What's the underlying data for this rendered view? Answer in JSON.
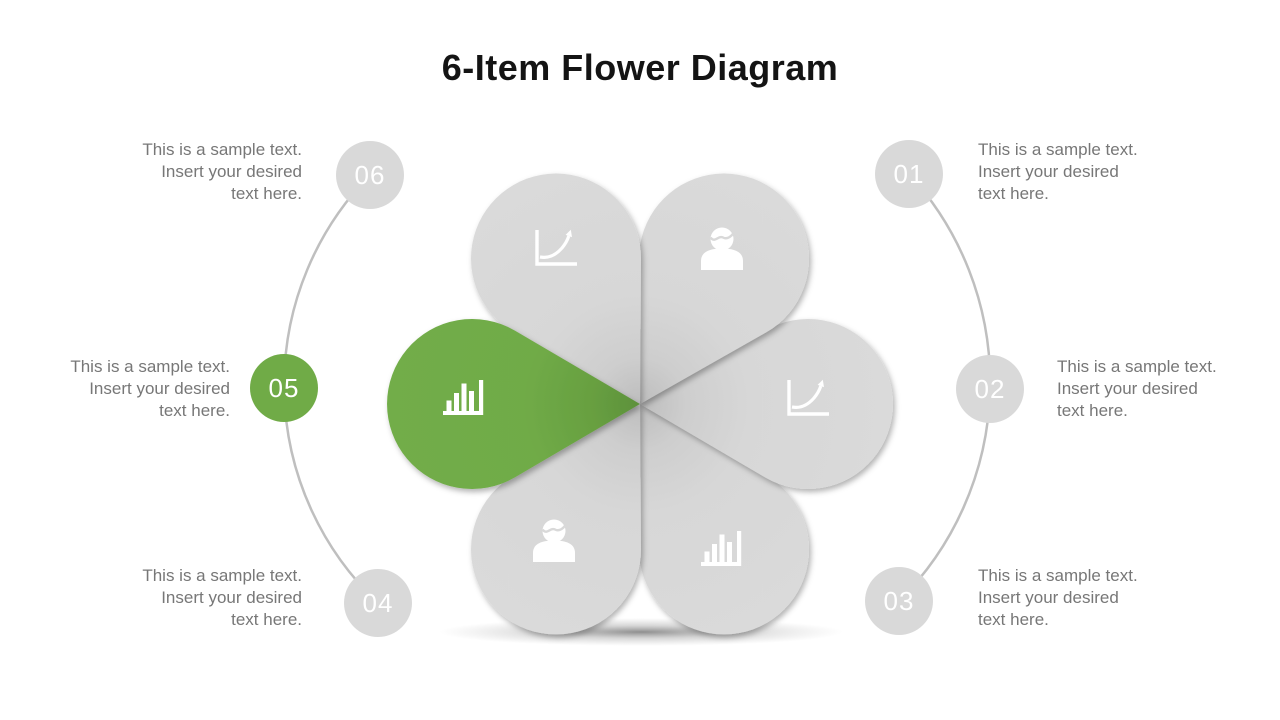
{
  "title": "6-Item Flower Diagram",
  "colors": {
    "accent_green": "#70AB47",
    "petal_gray": "#D9D9D9",
    "text_gray": "#777777",
    "arc_gray": "#BFBFBF",
    "title_color": "#141414",
    "icon_white": "#FFFFFF"
  },
  "items": [
    {
      "number": "01",
      "position": "top-right",
      "icon": "person-icon",
      "highlighted": false,
      "label_lines": [
        "This is a sample text.",
        "Insert your desired",
        "text here."
      ]
    },
    {
      "number": "02",
      "position": "right",
      "icon": "growth-chart-icon",
      "highlighted": false,
      "label_lines": [
        "This is a sample text.",
        "Insert your desired",
        "text here."
      ]
    },
    {
      "number": "03",
      "position": "bottom-right",
      "icon": "bar-chart-icon",
      "highlighted": false,
      "label_lines": [
        "This is a sample text.",
        "Insert your desired",
        "text here."
      ]
    },
    {
      "number": "04",
      "position": "bottom-left",
      "icon": "person-icon",
      "highlighted": false,
      "label_lines": [
        "This is a sample text.",
        "Insert your desired",
        "text here."
      ]
    },
    {
      "number": "05",
      "position": "left",
      "icon": "bar-chart-icon",
      "highlighted": true,
      "label_lines": [
        "This is a sample text.",
        "Insert your desired",
        "text here."
      ]
    },
    {
      "number": "06",
      "position": "top-left",
      "icon": "growth-chart-icon",
      "highlighted": false,
      "label_lines": [
        "This is a sample text.",
        "Insert your desired",
        "text here."
      ]
    }
  ]
}
